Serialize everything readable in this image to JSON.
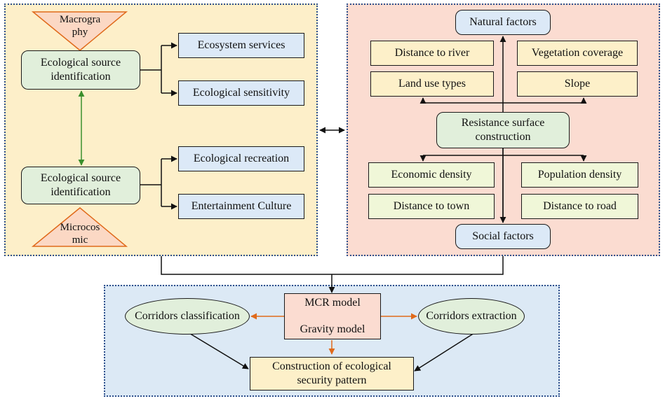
{
  "left": {
    "triangle_top": [
      "Macrogra",
      "phy"
    ],
    "triangle_bottom": [
      "Microcos",
      "mic"
    ],
    "source_top": "Ecological source identification",
    "source_bottom": "Ecological source identification",
    "ecosystem_services": "Ecosystem services",
    "ecological_sensitivity": "Ecological sensitivity",
    "ecological_recreation": "Ecological recreation",
    "entertainment_culture": "Entertainment Culture"
  },
  "right": {
    "natural_factors": "Natural factors",
    "distance_to_river": "Distance to river",
    "vegetation_coverage": "Vegetation coverage",
    "land_use_types": "Land use types",
    "slope": "Slope",
    "resistance_surface": "Resistance surface construction",
    "economic_density": "Economic density",
    "population_density": "Population density",
    "distance_to_town": "Distance to town",
    "distance_to_road": "Distance to road",
    "social_factors": "Social factors"
  },
  "bottom": {
    "mcr_model": "MCR model",
    "gravity_model": "Gravity model",
    "corridors_classification": "Corridors classification",
    "corridors_extraction": "Corridors extraction",
    "construction": "Construction of ecological security pattern"
  },
  "colors": {
    "green_link": "#3a8f2c",
    "orange_link": "#e06a1b",
    "plus": "#2a8fd8"
  }
}
